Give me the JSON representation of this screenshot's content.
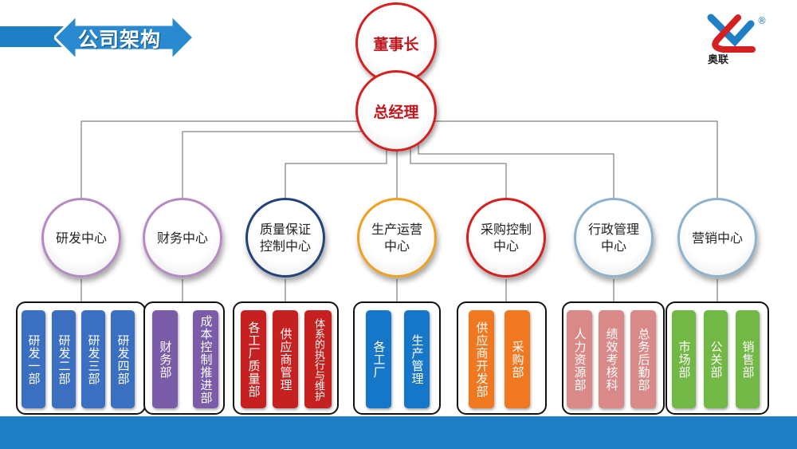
{
  "header": {
    "title": "公司架构"
  },
  "logo": {
    "text": "奥联",
    "mark": "®"
  },
  "colors": {
    "brand_blue": "#1f7fc4",
    "exec_red": "#d42020",
    "exec_text": "#c0161c"
  },
  "executives": {
    "chairman": "董事长",
    "general_manager": "总经理"
  },
  "centers": [
    {
      "label": "研发中心",
      "ring": "#b48ac2"
    },
    {
      "label": "财务中心",
      "ring": "#b48ac2"
    },
    {
      "label": "质量保证\n控制中心",
      "ring": "#24427a"
    },
    {
      "label": "生产运营\n中心",
      "ring": "#f0a020"
    },
    {
      "label": "采购控制\n中心",
      "ring": "#d42020"
    },
    {
      "label": "行政管理\n中心",
      "ring": "#8fb2cc"
    },
    {
      "label": "营销中心",
      "ring": "#8fb2cc"
    }
  ],
  "departments": [
    {
      "center": 0,
      "items": [
        {
          "label": "研发一部",
          "color": "#3a6fc1"
        },
        {
          "label": "研发二部",
          "color": "#3a6fc1"
        },
        {
          "label": "研发三部",
          "color": "#3a6fc1"
        },
        {
          "label": "研发四部",
          "color": "#3a6fc1"
        }
      ]
    },
    {
      "center": 1,
      "items": [
        {
          "label": "财务部",
          "color": "#7b5ca8"
        },
        {
          "label": "成本控制推进部",
          "color": "#7b5ca8"
        }
      ]
    },
    {
      "center": 2,
      "items": [
        {
          "label": "各工厂质量部",
          "color": "#c62121"
        },
        {
          "label": "供应商管理",
          "color": "#c62121"
        },
        {
          "label": "体系的执行与维护",
          "color": "#c62121"
        }
      ]
    },
    {
      "center": 3,
      "items": [
        {
          "label": "各工厂",
          "color": "#1677c9"
        },
        {
          "label": "生产管理",
          "color": "#1677c9"
        }
      ]
    },
    {
      "center": 4,
      "items": [
        {
          "label": "供应商开发部",
          "color": "#f07820"
        },
        {
          "label": "采购部",
          "color": "#f07820"
        }
      ]
    },
    {
      "center": 5,
      "items": [
        {
          "label": "人力资源部",
          "color": "#d98a88"
        },
        {
          "label": "绩效考核科",
          "color": "#d98a88"
        },
        {
          "label": "总务后勤部",
          "color": "#d98a88"
        }
      ]
    },
    {
      "center": 6,
      "items": [
        {
          "label": "市场部",
          "color": "#72b844"
        },
        {
          "label": "公关部",
          "color": "#72b844"
        },
        {
          "label": "销售部",
          "color": "#72b844"
        }
      ]
    }
  ]
}
